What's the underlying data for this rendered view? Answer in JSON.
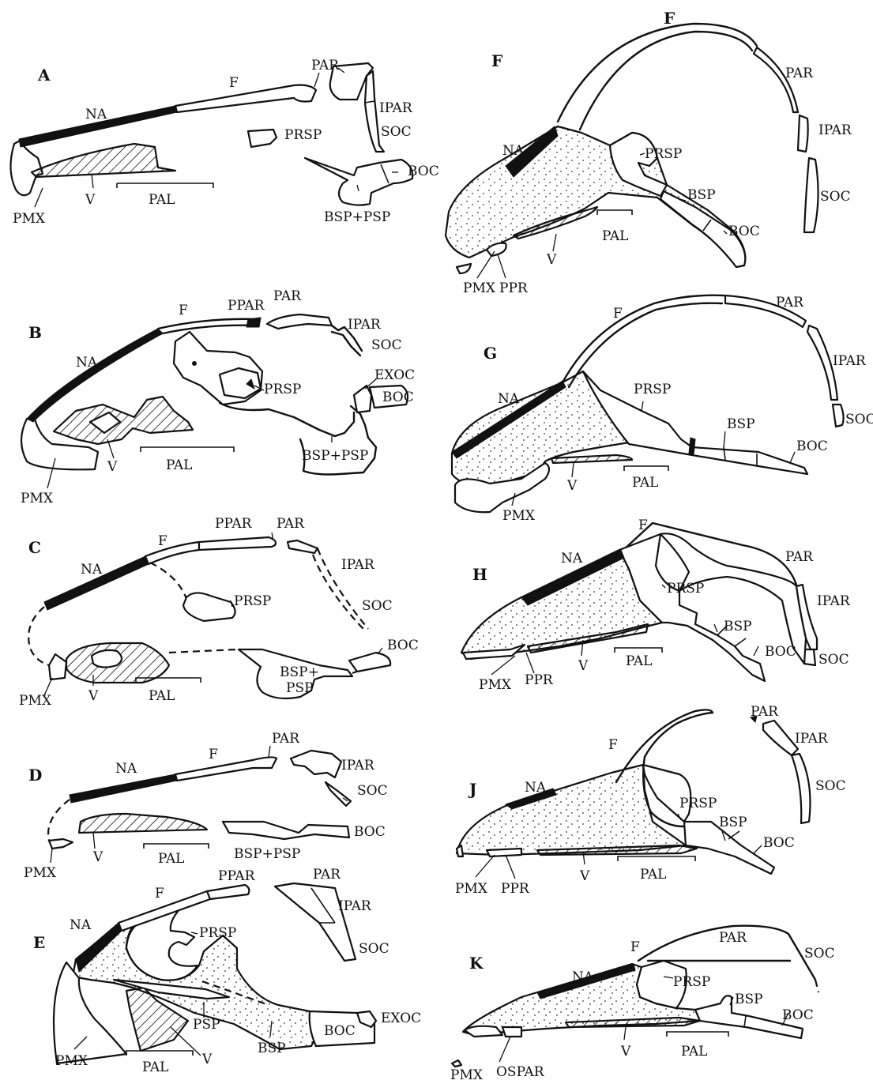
{
  "panels": {
    "A": {
      "letter": "A",
      "NA": "NA",
      "F": "F",
      "PAR": "PAR",
      "IPAR": "IPAR",
      "PRSP": "PRSP",
      "SOC": "SOC",
      "BOC": "BOC",
      "BSP_PSP": "BSP+PSP",
      "PMX": "PMX",
      "V": "V",
      "PAL": "PAL"
    },
    "B": {
      "letter": "B",
      "F": "F",
      "PPAR": "PPAR",
      "PAR": "PAR",
      "IPAR": "IPAR",
      "NA": "NA",
      "SOC": "SOC",
      "EXOC": "EXOC",
      "PRSP": "PRSP",
      "BOC": "BOC",
      "PAL": "PAL",
      "V": "V",
      "BSP_PSP": "BSP+PSP",
      "PMX": "PMX"
    },
    "C": {
      "letter": "C",
      "PPAR": "PPAR",
      "PAR": "PAR",
      "F": "F",
      "NA": "NA",
      "IPAR": "IPAR",
      "PRSP": "PRSP",
      "SOC": "SOC",
      "BOC": "BOC",
      "BSP": "BSP+",
      "PSP": "PSP",
      "PMX": "PMX",
      "V": "V",
      "PAL": "PAL"
    },
    "D": {
      "letter": "D",
      "PAR": "PAR",
      "F": "F",
      "NA": "NA",
      "IPAR": "IPAR",
      "SOC": "SOC",
      "BOC": "BOC",
      "PMX": "PMX",
      "V": "V",
      "PAL": "PAL",
      "BSP_PSP": "BSP+PSP"
    },
    "E": {
      "letter": "E",
      "PPAR": "PPAR",
      "PAR": "PAR",
      "F": "F",
      "IPAR": "IPAR",
      "NA": "NA",
      "PRSP": "PRSP",
      "SOC": "SOC",
      "EXOC": "EXOC",
      "BOC": "BOC",
      "PMX": "PMX",
      "PSP": "PSP",
      "BSP": "BSP",
      "PAL": "PAL",
      "V": "V"
    },
    "F": {
      "letter": "F",
      "F": "F",
      "PAR": "PAR",
      "IPAR": "IPAR",
      "NA": "NA",
      "PRSP": "PRSP",
      "BSP": "BSP",
      "SOC": "SOC",
      "BOC": "BOC",
      "PAL": "PAL",
      "V": "V",
      "PMX": "PMX",
      "PPR": "PPR"
    },
    "G": {
      "letter": "G",
      "F": "F",
      "PAR": "PAR",
      "IPAR": "IPAR",
      "NA": "NA",
      "PRSP": "PRSP",
      "SOC": "SOC",
      "BSP": "BSP",
      "BOC": "BOC",
      "V": "V",
      "PAL": "PAL",
      "PMX": "PMX"
    },
    "H": {
      "letter": "H",
      "F": "F",
      "NA": "NA",
      "PAR": "PAR",
      "PRSP": "PRSP",
      "IPAR": "IPAR",
      "BSP": "BSP",
      "BOC": "BOC",
      "SOC": "SOC",
      "PAL": "PAL",
      "PMX": "PMX",
      "PPR": "PPR",
      "V": "V"
    },
    "J": {
      "letter": "J",
      "PAR": "PAR",
      "IPAR": "IPAR",
      "F": "F",
      "SOC": "SOC",
      "NA": "NA",
      "PRSP": "PRSP",
      "BSP": "BSP",
      "BOC": "BOC",
      "PMX": "PMX",
      "PPR": "PPR",
      "V": "V",
      "PAL": "PAL"
    },
    "K": {
      "letter": "K",
      "PAR": "PAR",
      "SOC": "SOC",
      "F": "F",
      "NA": "NA",
      "PRSP": "PRSP",
      "BSP": "BSP",
      "BOC": "BOC",
      "PMX": "PMX",
      "OSPAR": "OSPAR",
      "V": "V",
      "PAL": "PAL"
    }
  }
}
